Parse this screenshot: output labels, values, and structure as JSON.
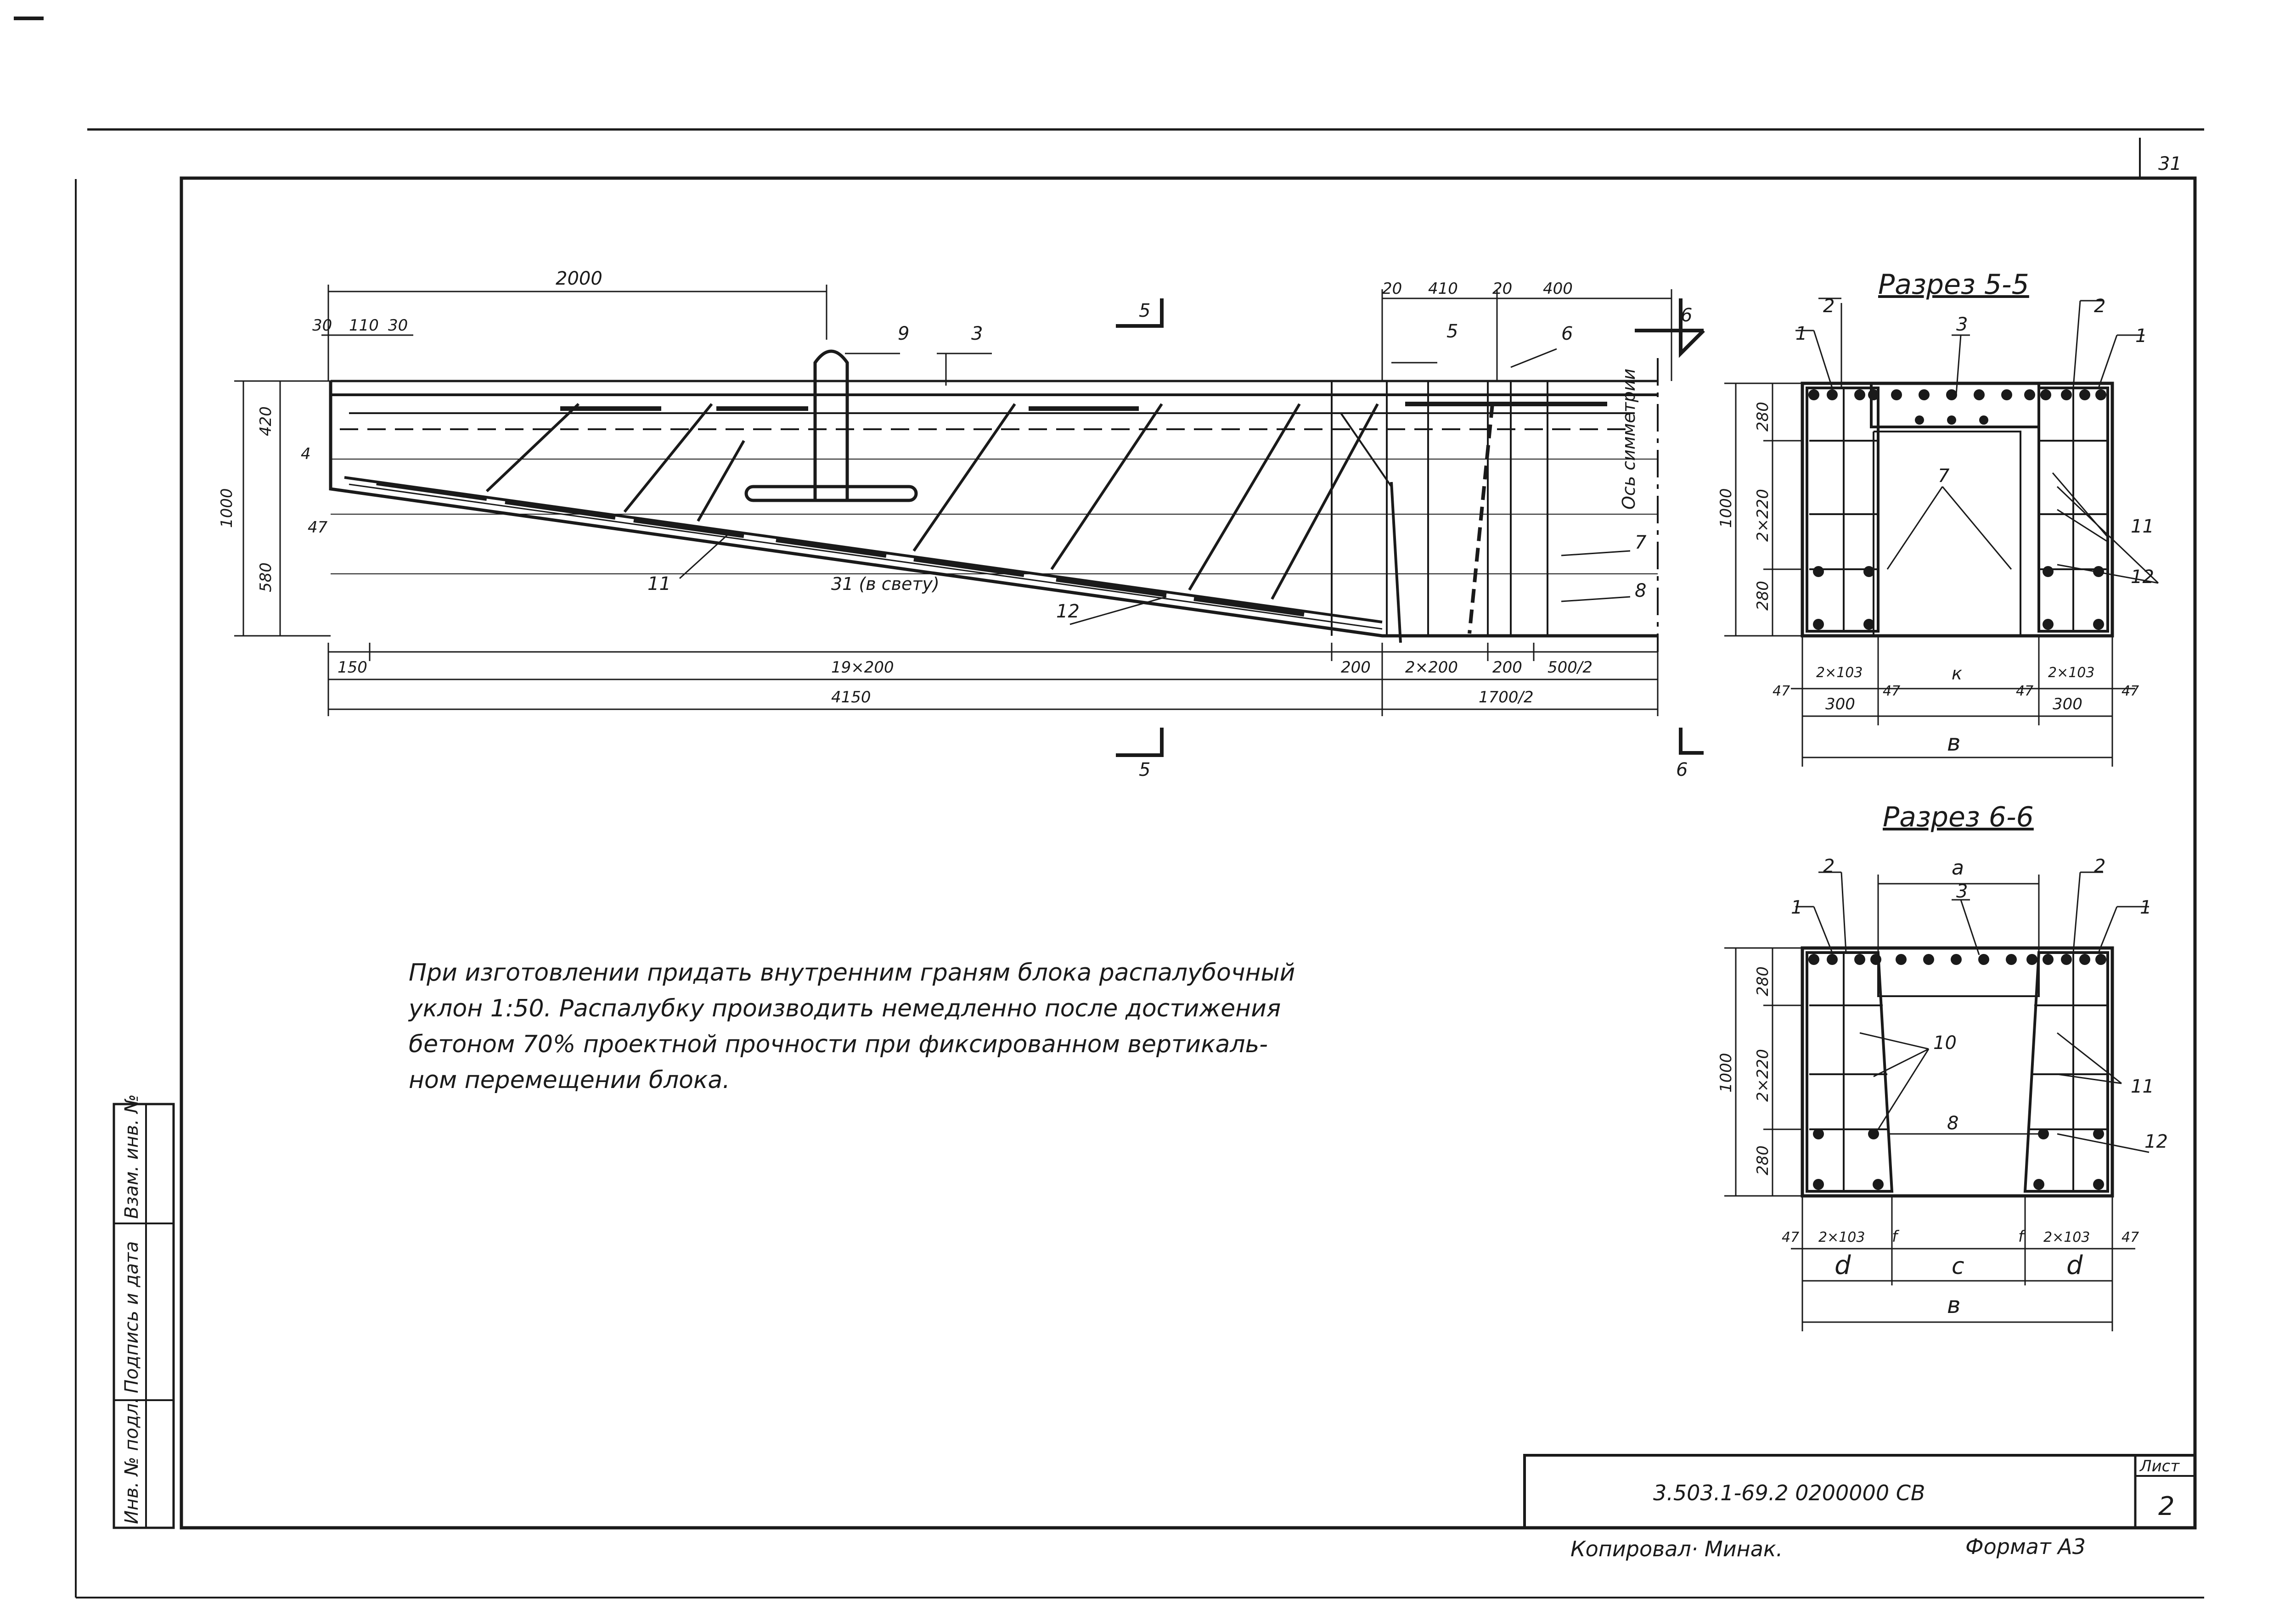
{
  "sheet": {
    "top_number": "31",
    "sheet_label": "Лист",
    "sheet_number": "2",
    "designation": "3.503.1-69.2 0200000 СВ",
    "copied_by": "Копировал· Минак.",
    "format": "Формат А3",
    "side_stamp": [
      "Инв. № подл.",
      "Подпись и дата",
      "Взам. инв. №"
    ]
  },
  "main_view": {
    "dims_top": [
      "2000",
      "30",
      "110",
      "30",
      "20",
      "410",
      "20",
      "400"
    ],
    "dims_left": [
      "420",
      "4",
      "47",
      "1000",
      "580"
    ],
    "dims_bottom_1": [
      "150",
      "19×200",
      "200",
      "2×200",
      "200",
      "500/2"
    ],
    "dims_bottom_2": [
      "4150",
      "1700/2"
    ],
    "callouts": [
      "9",
      "3",
      "5",
      "6",
      "7",
      "8",
      "11",
      "12",
      "31 (в свету)"
    ],
    "axis_label": "Ось симметрии",
    "section_marks": [
      "5",
      "5",
      "6",
      "6"
    ]
  },
  "section_55": {
    "title": "Разрез 5-5",
    "callouts": [
      "2",
      "1",
      "3",
      "2",
      "1",
      "7",
      "11",
      "12"
    ],
    "dims_left": [
      "1000",
      "280",
      "2×220",
      "280"
    ],
    "dims_bottom": [
      "47",
      "2×103",
      "47",
      "к",
      "47",
      "2×103",
      "47"
    ],
    "dims_bottom_2": [
      "300",
      "300"
    ],
    "overall": "в"
  },
  "section_66": {
    "title": "Разрез 6-6",
    "callouts": [
      "2",
      "а",
      "2",
      "1",
      "3",
      "1",
      "10",
      "11",
      "8",
      "12"
    ],
    "dims_left": [
      "1000",
      "280",
      "2×220",
      "280"
    ],
    "dims_bottom": [
      "47",
      "2×103",
      "f",
      "f",
      "2×103",
      "47"
    ],
    "dims_bottom_2": [
      "d",
      "c",
      "d"
    ],
    "overall": "в"
  },
  "note": [
    "При изготовлении придать внутренним граням блока распалубочный",
    "уклон  1:50.  Распалубку  производить немедленно  после достижения",
    "бетоном 70% проектной прочности при фиксированном вертикаль-",
    "ном перемещении блока."
  ]
}
